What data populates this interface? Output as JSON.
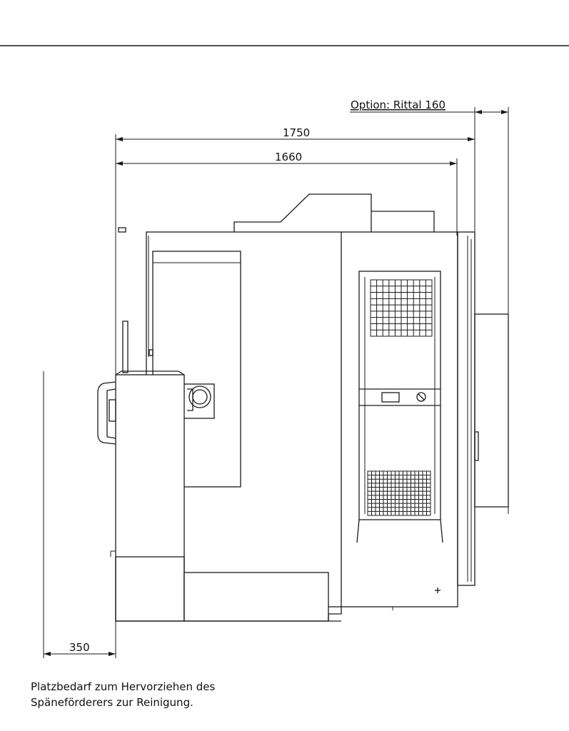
{
  "labels": {
    "option": "Option: Rittal 160",
    "dim_overall": "1750",
    "dim_machine": "1660",
    "dim_clearance": "350"
  },
  "note": {
    "line1": "Platzbedarf zum Hervorziehen des",
    "line2": "Späneförderers zur Reinigung."
  }
}
